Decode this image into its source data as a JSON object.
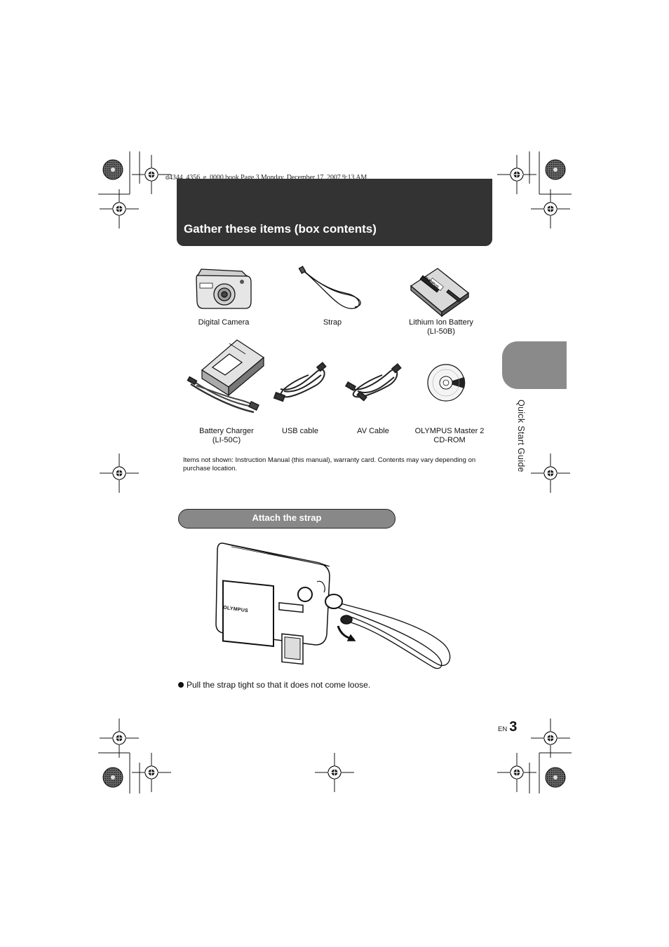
{
  "file_info": "d4344_4356_e_0000.book  Page 3  Monday, December 17, 2007  9:13 AM",
  "header": {
    "title": "Gather these items (box contents)"
  },
  "side_tab": {
    "label": "Quick Start Guide"
  },
  "items": [
    {
      "label_line1": "Digital Camera",
      "label_line2": ""
    },
    {
      "label_line1": "Strap",
      "label_line2": ""
    },
    {
      "label_line1": "Lithium Ion Battery",
      "label_line2": "(LI-50B)"
    },
    {
      "label_line1": "Battery Charger",
      "label_line2": "(LI-50C)"
    },
    {
      "label_line1": "USB cable",
      "label_line2": ""
    },
    {
      "label_line1": "AV Cable",
      "label_line2": ""
    },
    {
      "label_line1": "OLYMPUS Master 2",
      "label_line2": "CD-ROM"
    }
  ],
  "note": "Items not shown: Instruction Manual (this manual), warranty card. Contents may vary depending on purchase location.",
  "section": {
    "title": "Attach the strap"
  },
  "instructions": [
    "Pull the strap tight so that it does not come loose."
  ],
  "camera_brand": "OLYMPUS",
  "battery_brand": "OLYMPUS",
  "footer": {
    "lang": "EN",
    "page": "3"
  }
}
